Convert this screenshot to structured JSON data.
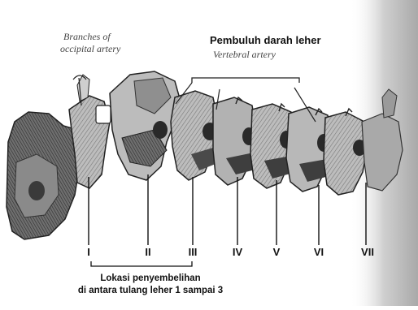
{
  "labels": {
    "occipital_branch": [
      "Branches of",
      "occipital artery"
    ],
    "vessel_title": "Pembuluh darah leher",
    "vertebral_artery": "Vertebral artery",
    "caption": [
      "Lokasi penyembelihan",
      "di antara tulang leher 1 sampai 3"
    ]
  },
  "vertebrae": [
    "I",
    "II",
    "III",
    "IV",
    "V",
    "VI",
    "VII"
  ],
  "colors": {
    "bone_light": "#d9d9d9",
    "bone_mid": "#9a9a9a",
    "bone_dark": "#2a2a2a",
    "background_right": "#bdbdbd"
  }
}
